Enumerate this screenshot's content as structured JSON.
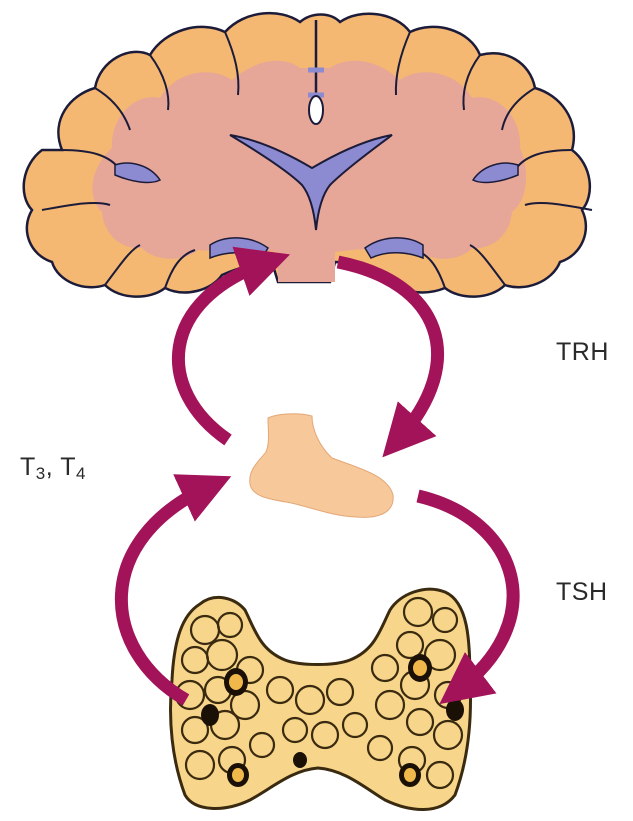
{
  "diagram": {
    "labels": {
      "trh": "TRH",
      "tsh": "TSH",
      "t3": "T",
      "t3_sub": "3",
      "separator": ", ",
      "t4": "T",
      "t4_sub": "4"
    },
    "colors": {
      "arrow": "#a3135a",
      "brain_fill": "#f5b872",
      "brain_inner": "#e6a698",
      "ventricle": "#8c8ad0",
      "outline": "#1c1c3a",
      "pituitary": "#f7c89a",
      "thyroid": "#f7d58a",
      "thyroid_shadow": "#1a1006",
      "thyroid_highlight": "#f0b84a"
    },
    "parts": [
      "brain",
      "pituitary",
      "thyroid"
    ]
  }
}
